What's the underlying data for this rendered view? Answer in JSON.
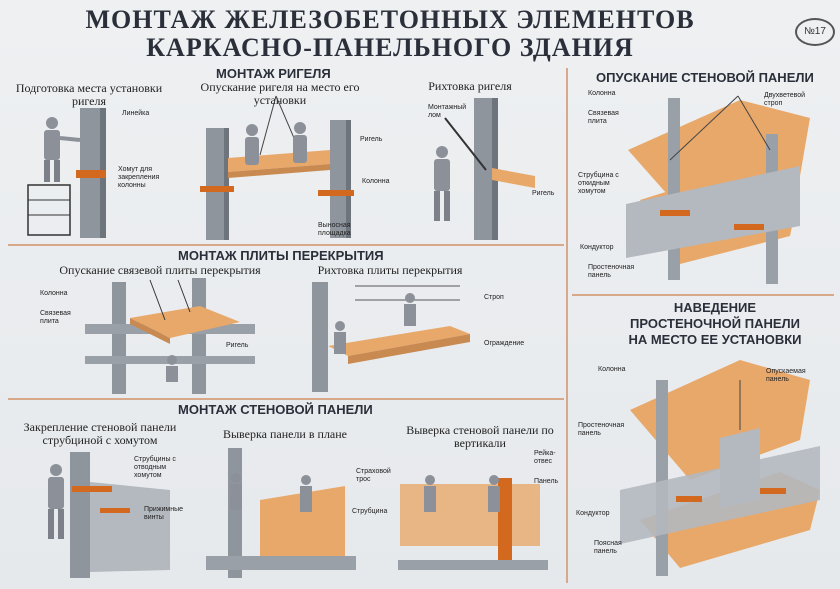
{
  "poster": {
    "title_line1": "МОНТАЖ ЖЕЛЕЗОБЕТОННЫХ ЭЛЕМЕНТОВ",
    "title_line2": "КАРКАСНО-ПАНЕЛЬНОГО ЗДАНИЯ",
    "number_badge": "№17"
  },
  "sections": {
    "rigel": {
      "heading": "МОНТАЖ РИГЕЛЯ",
      "captions": [
        "Подготовка места установки ригеля",
        "Опускание ригеля на место его установки",
        "Рихтовка ригеля"
      ],
      "labels": [
        "Линейка",
        "Хомут для закрепления колонны",
        "Ригель",
        "Колонна",
        "Выносная площадка",
        "Монтажный лом",
        "Ригель"
      ]
    },
    "slab": {
      "heading": "МОНТАЖ ПЛИТЫ ПЕРЕКРЫТИЯ",
      "captions": [
        "Опускание связевой плиты перекрытия",
        "Рихтовка плиты перекрытия"
      ],
      "labels": [
        "Колонна",
        "Связевая плита",
        "Ригель",
        "Строп",
        "Ограждение"
      ]
    },
    "wall": {
      "heading": "МОНТАЖ СТЕНОВОЙ ПАНЕЛИ",
      "captions": [
        "Закрепление стеновой панели струбциной с хомутом",
        "Выверка панели в плане",
        "Выверка стеновой панели по вертикали"
      ],
      "labels": [
        "Струбцины с отводным хомутом",
        "Прижимные винты",
        "Страховой трос",
        "Струбцина",
        "Рейка-отвес",
        "Панель"
      ]
    },
    "lowering": {
      "heading": "ОПУСКАНИЕ СТЕНОВОЙ ПАНЕЛИ",
      "labels": [
        "Колонна",
        "Двухветевой строп",
        "Связевая плита",
        "Струбцина с откидным хомутом",
        "Кондуктор",
        "Простеночная панель"
      ]
    },
    "guiding": {
      "heading_line1": "НАВЕДЕНИЕ",
      "heading_line2": "ПРОСТЕНОЧНОЙ ПАНЕЛИ",
      "heading_line3": "НА МЕСТО ЕЕ УСТАНОВКИ",
      "labels": [
        "Колонна",
        "Опускаемая панель",
        "Простеночная панель",
        "Кондуктор",
        "Поясная панель"
      ]
    }
  },
  "colors": {
    "concrete": "#9aa0a8",
    "concrete_dark": "#6e747c",
    "slab_orange": "#e8a86a",
    "clamp_orange": "#d2691e",
    "worker": "#8c9099",
    "rule": "#d7a98a"
  }
}
